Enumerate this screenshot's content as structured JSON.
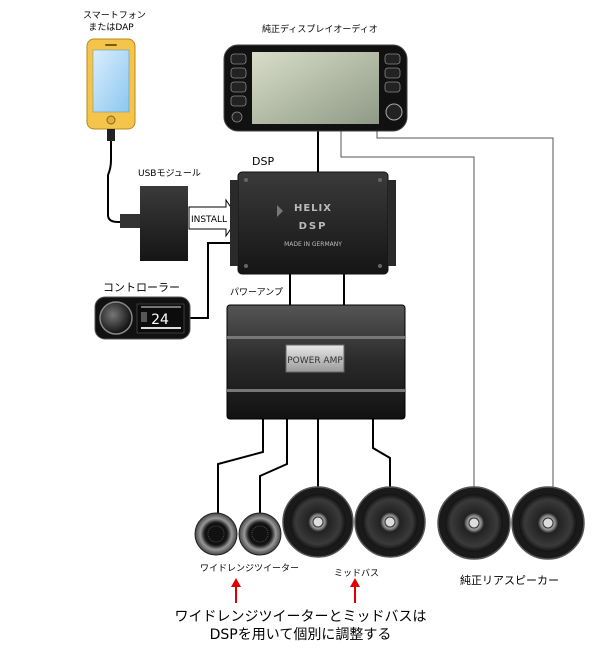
{
  "labels": {
    "phone": [
      "スマートフォン",
      "またはDAP"
    ],
    "headunit": "純正ディスプレイオーディオ",
    "usb_module": "USBモジュール",
    "dsp": "DSP",
    "install": "INSTALL",
    "controller": "コントローラー",
    "power_amp_caption": "パワーアンプ",
    "tweeter": "ワイドレンジツイーター",
    "midbass": "ミッドバス",
    "rear_speaker": "純正リアスピーカー"
  },
  "dsp_box": {
    "brand": "HELIX",
    "model": "DSP",
    "origin": "MADE IN GERMANY"
  },
  "controller_display": {
    "value": "24"
  },
  "power_amp_plate": "POWER AMP",
  "note": [
    "ワイドレンジツイーターとミッドバスは",
    "DSPを用いて個別に調整する"
  ],
  "colors": {
    "arrow": "#e00000",
    "wire": "#000000",
    "rear_wire": "#666666"
  }
}
